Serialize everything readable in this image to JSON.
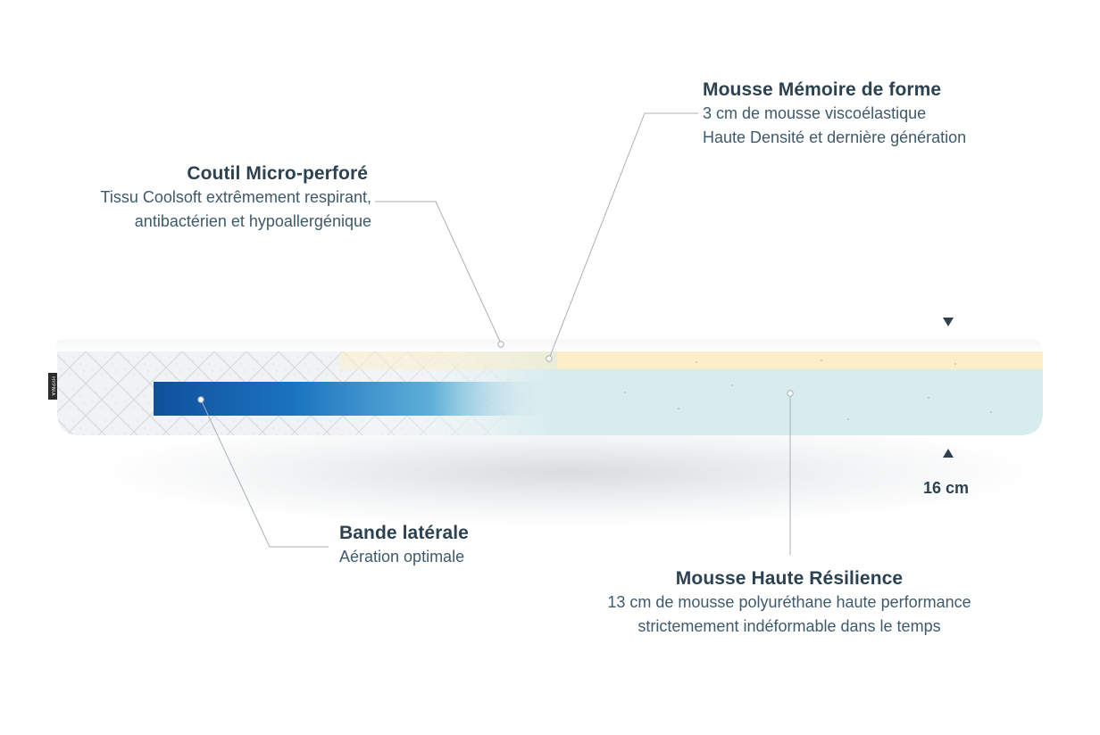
{
  "brand": {
    "tag_text": "HYPNIA"
  },
  "callouts": {
    "memory_foam": {
      "title": "Mousse Mémoire de forme",
      "line1": "3 cm de mousse viscoélastique",
      "line2": "Haute Densité et dernière génération"
    },
    "ticking": {
      "title": "Coutil Micro-perforé",
      "line1": "Tissu Coolsoft extrêmement respirant,",
      "line2": "antibactérien et hypoallergénique"
    },
    "side_band": {
      "title": "Bande latérale",
      "line1": "Aération optimale"
    },
    "hr_foam": {
      "title": "Mousse Haute Résilience",
      "line1": "13 cm de mousse polyuréthane haute performance",
      "line2": "strictemement indéformable dans le temps"
    }
  },
  "measurement": {
    "thickness_label": "16 cm"
  },
  "colors": {
    "text_dark": "#2c4251",
    "text_body": "#3e5a6b",
    "memory_foam": "#fbeec8",
    "hr_foam": "#d6ecee",
    "band_blue": "#1565b0",
    "leader_line": "#a8b0b6"
  }
}
